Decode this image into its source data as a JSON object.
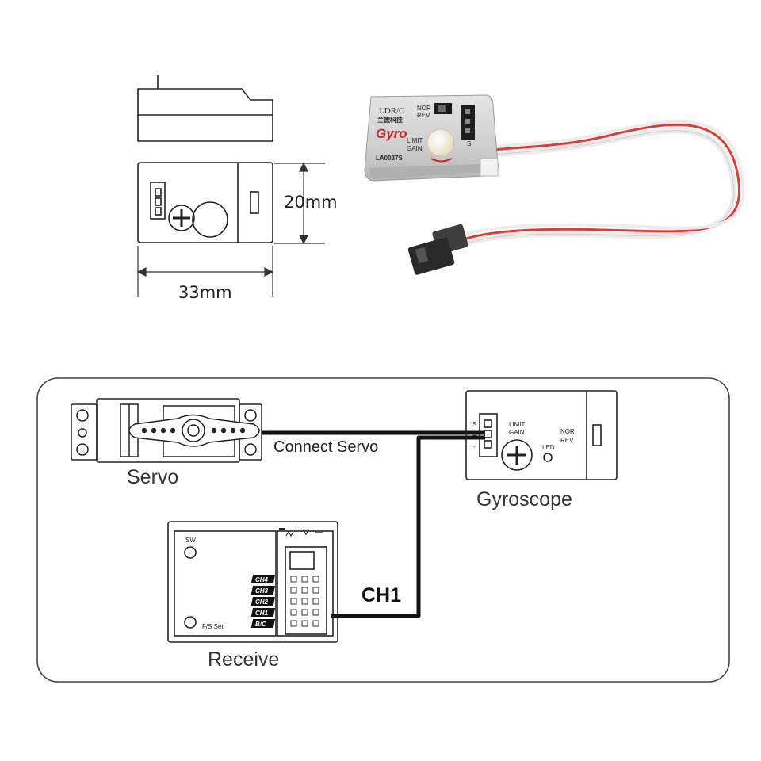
{
  "dimensions": {
    "height_label": "20mm",
    "width_label": "33mm"
  },
  "product": {
    "brand": "LDR/C",
    "chinese_brand": "兰德科技",
    "name": "Gyro",
    "model": "LA0037S",
    "switch_labels": [
      "NOR",
      "REV"
    ],
    "knob_labels": [
      "LIMIT",
      "GAIN"
    ],
    "pin_label": "S"
  },
  "wiring": {
    "servo_label": "Servo",
    "connect_label": "Connect Servo",
    "gyro_label": "Gyroscope",
    "receiver_label": "Receive",
    "channel_label": "CH1",
    "gyro_panel": {
      "limit": "LIMIT",
      "gain": "GAIN",
      "nor": "NOR",
      "rev": "REV",
      "led": "LED",
      "pins": [
        "S",
        "+",
        "-"
      ]
    },
    "receiver_panel": {
      "sw": "SW",
      "fs_set": "F/S Set",
      "channels": [
        "CH4",
        "CH3",
        "CH2",
        "CH1",
        "B/C"
      ]
    }
  },
  "colors": {
    "wire": "#111111",
    "cable_signal": "#e53935",
    "cable_power": "#d32f2f",
    "cable_ground": "#3a3a3a",
    "gyro_logo": "#c62828",
    "knob": "#f5f0dc"
  }
}
